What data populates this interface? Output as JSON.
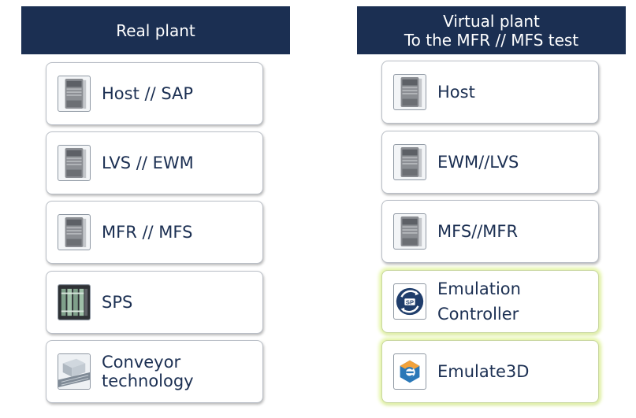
{
  "left_column": {
    "header": "Real plant",
    "items": [
      {
        "label": "Host // SAP",
        "icon": "server-tower-icon"
      },
      {
        "label": "LVS // EWM",
        "icon": "server-tower-icon"
      },
      {
        "label": "MFR // MFS",
        "icon": "server-tower-icon"
      },
      {
        "label": "SPS",
        "icon": "plc-module-icon"
      },
      {
        "line1": "Conveyor",
        "line2": "technology",
        "icon": "conveyor-icon"
      }
    ]
  },
  "right_column": {
    "header_line1": "Virtual plant",
    "header_line2": "To the MFR // MFS test",
    "items": [
      {
        "label": "Host",
        "icon": "server-tower-icon"
      },
      {
        "label": "EWM//LVS",
        "icon": "server-tower-icon"
      },
      {
        "label": "MFS//MFR",
        "icon": "server-tower-icon"
      },
      {
        "line1": "Emulation",
        "line2": "Controller",
        "icon": "emulation-controller-logo-icon"
      },
      {
        "label": "Emulate3D",
        "icon": "emulate3d-logo-icon"
      }
    ]
  },
  "colors": {
    "header_bg": "#1b2f52",
    "text": "#1b2f52",
    "highlight_glow": "#e4f5a6"
  }
}
